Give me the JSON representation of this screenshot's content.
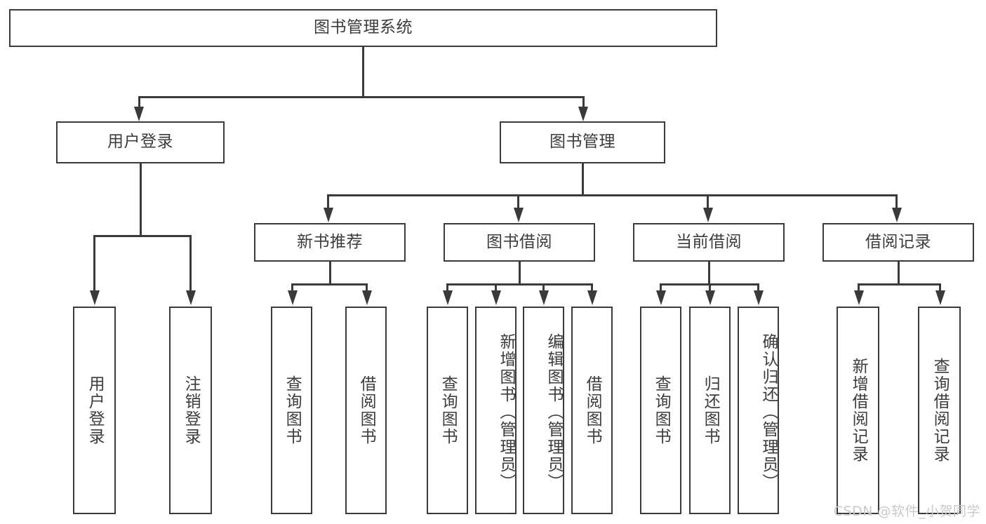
{
  "diagram": {
    "title": "图书管理系统",
    "watermark": "CSDN @软件_小贺同学",
    "root": {
      "label": "图书管理系统"
    },
    "level2": [
      {
        "label": "用户登录"
      },
      {
        "label": "图书管理"
      }
    ],
    "level3": [
      {
        "label": "新书推荐"
      },
      {
        "label": "图书借阅"
      },
      {
        "label": "当前借阅"
      },
      {
        "label": "借阅记录"
      }
    ],
    "leaves": {
      "user_login": [
        {
          "label": "用户登录"
        },
        {
          "label": "注销登录"
        }
      ],
      "new_book": [
        {
          "label": "查询图书"
        },
        {
          "label": "借阅图书"
        }
      ],
      "book_borrow": [
        {
          "label": "查询图书"
        },
        {
          "label": "新增图书（管理员）"
        },
        {
          "label": "编辑图书（管理员）"
        },
        {
          "label": "借阅图书"
        }
      ],
      "current_borrow": [
        {
          "label": "查询图书"
        },
        {
          "label": "归还图书"
        },
        {
          "label": "确认归还（管理员）"
        }
      ],
      "borrow_record": [
        {
          "label": "新增借阅记录"
        },
        {
          "label": "查询借阅记录"
        }
      ]
    },
    "colors": {
      "stroke": "#3a3a3a",
      "text": "#3c3c3c",
      "background": "#ffffff",
      "watermark": "#c9c9c9"
    }
  }
}
